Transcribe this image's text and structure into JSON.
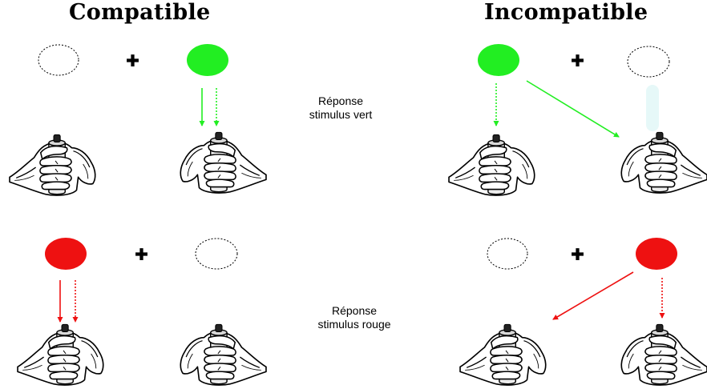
{
  "headings": {
    "left": "Compatible",
    "right": "Incompatible"
  },
  "captions": {
    "green": {
      "line1": "Réponse",
      "line2": "stimulus vert"
    },
    "red": {
      "line1": "Réponse",
      "line2": "stimulus rouge"
    }
  },
  "colors": {
    "green": "#22ee22",
    "red": "#ee1111",
    "outline": "#000000",
    "fixation_cross": "#000000"
  },
  "icons": [
    "fixation-cross-icon",
    "fist-holding-button-icon",
    "empty-circle",
    "filled-circle",
    "solid-arrow",
    "dashed-arrow"
  ]
}
